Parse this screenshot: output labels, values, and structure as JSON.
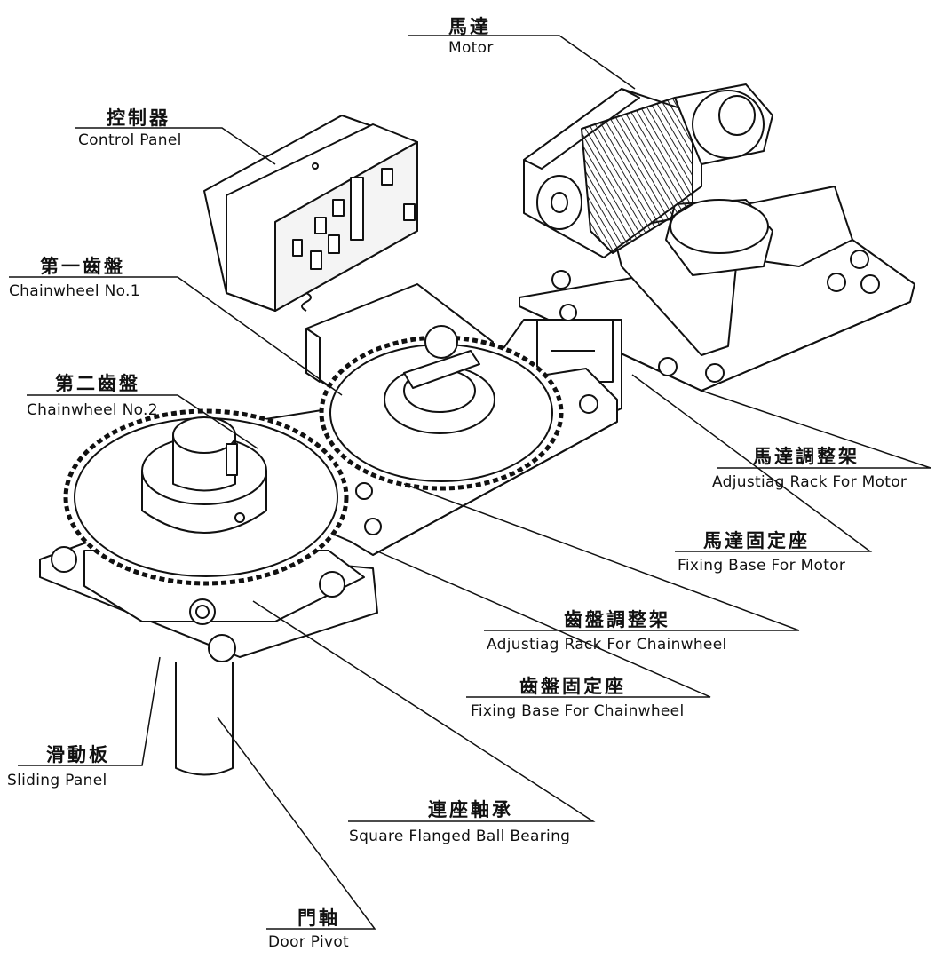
{
  "labels": {
    "motor": {
      "zh": "馬達",
      "en": "Motor"
    },
    "control_panel": {
      "zh": "控制器",
      "en": "Control Panel"
    },
    "chainwheel_1": {
      "zh": "第一齒盤",
      "en": "Chainwheel No.1"
    },
    "chainwheel_2": {
      "zh": "第二齒盤",
      "en": "Chainwheel No.2"
    },
    "adjust_rack_motor": {
      "zh": "馬達調整架",
      "en": "Adjustiag Rack For Motor"
    },
    "fixing_base_motor": {
      "zh": "馬達固定座",
      "en": "Fixing Base For Motor"
    },
    "adjust_rack_chainwheel": {
      "zh": "齒盤調整架",
      "en": "Adjustiag Rack For Chainwheel"
    },
    "fixing_base_chainwheel": {
      "zh": "齒盤固定座",
      "en": "Fixing Base For Chainwheel"
    },
    "sliding_panel": {
      "zh": "滑動板",
      "en": "Sliding Panel"
    },
    "bearing": {
      "zh": "連座軸承",
      "en": "Square Flanged Ball Bearing"
    },
    "door_pivot": {
      "zh": "門軸",
      "en": "Door Pivot"
    }
  }
}
